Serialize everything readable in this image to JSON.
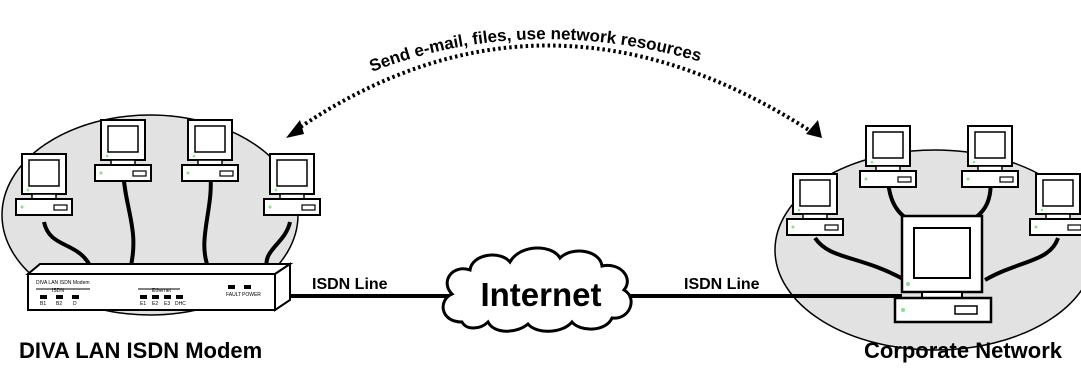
{
  "arc_caption": "Send e-mail, files, use network resources",
  "left_label": "DIVA LAN ISDN Modem",
  "right_label": "Corporate Network",
  "cloud_label": "Internet",
  "left_line_label": "ISDN Line",
  "right_line_label": "ISDN Line",
  "device": {
    "name": "DIVA LAN ISDN Modem",
    "section_isdn": "ISDN",
    "section_ethernet": "Ethernet",
    "ports_isdn": [
      "B1",
      "B2",
      "D"
    ],
    "ports_ethernet": [
      "E1",
      "E2",
      "E3",
      "DHC"
    ],
    "leds_right": [
      "FAULT",
      "POWER"
    ]
  },
  "colors": {
    "ellipse_fill": "#e2e2e2",
    "stroke": "#000000",
    "screen": "#ffffff",
    "led": "#c9f2c9"
  }
}
